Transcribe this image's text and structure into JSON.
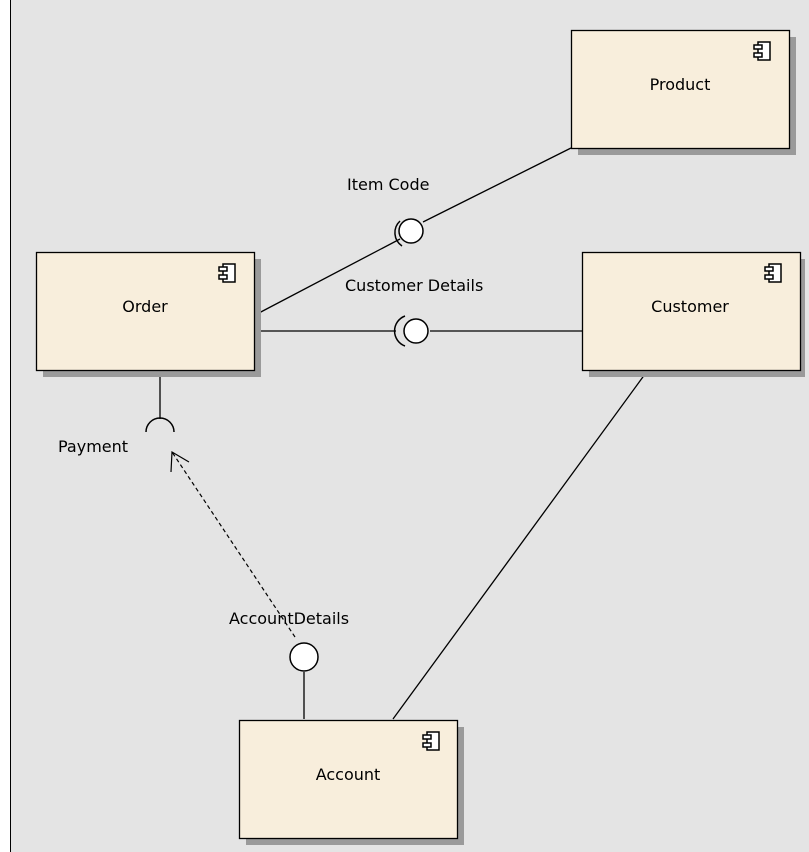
{
  "diagram": {
    "components": {
      "product": {
        "name": "Product"
      },
      "order": {
        "name": "Order"
      },
      "customer": {
        "name": "Customer"
      },
      "account": {
        "name": "Account"
      }
    },
    "interfaces": {
      "item_code": "Item Code",
      "customer_details": "Customer Details",
      "payment": "Payment",
      "account_details": "AccountDetails"
    },
    "colors": {
      "canvas_background": "#e4e4e4",
      "component_fill": "#f8eedc",
      "component_border": "#000000",
      "shadow": "#9a9a9a",
      "line": "#000000"
    }
  }
}
